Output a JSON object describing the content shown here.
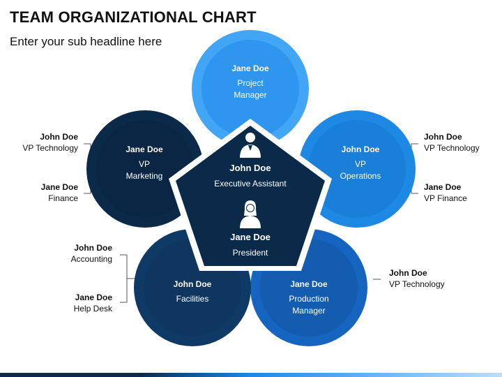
{
  "title": "TEAM ORGANIZATIONAL CHART",
  "subtitle": "Enter your sub headline here",
  "colors": {
    "darkest": "#0b2a4a",
    "dark": "#103a66",
    "mid": "#1565c0",
    "blue": "#1e88e5",
    "light": "#42a5f5"
  },
  "center": {
    "top": {
      "name": "John Doe",
      "role": "Executive Assistant",
      "icon": "male-user-icon"
    },
    "bottom": {
      "name": "Jane Doe",
      "role": "President",
      "icon": "female-user-icon"
    }
  },
  "circles": {
    "top": {
      "name": "Jane Doe",
      "role_l1": "Project",
      "role_l2": "Manager"
    },
    "right": {
      "name": "John Doe",
      "role_l1": "VP",
      "role_l2": "Operations"
    },
    "bottom_right": {
      "name": "Jane Doe",
      "role_l1": "Production",
      "role_l2": "Manager"
    },
    "bottom_left": {
      "name": "John Doe",
      "role_l1": "Facilities"
    },
    "left": {
      "name": "Jane Doe",
      "role_l1": "VP",
      "role_l2": "Marketing"
    }
  },
  "side": {
    "right_top": [
      {
        "name": "John Doe",
        "role": "VP Technology"
      },
      {
        "name": "Jane Doe",
        "role": "VP Finance"
      }
    ],
    "right_bottom": [
      {
        "name": "John Doe",
        "role": "VP Technology"
      }
    ],
    "left_top": [
      {
        "name": "John Doe",
        "role": "VP Technology"
      },
      {
        "name": "Jane Doe",
        "role": "Finance"
      }
    ],
    "left_bottom": [
      {
        "name": "John Doe",
        "role": "Accounting"
      },
      {
        "name": "Jane Doe",
        "role": "Help Desk"
      }
    ]
  }
}
